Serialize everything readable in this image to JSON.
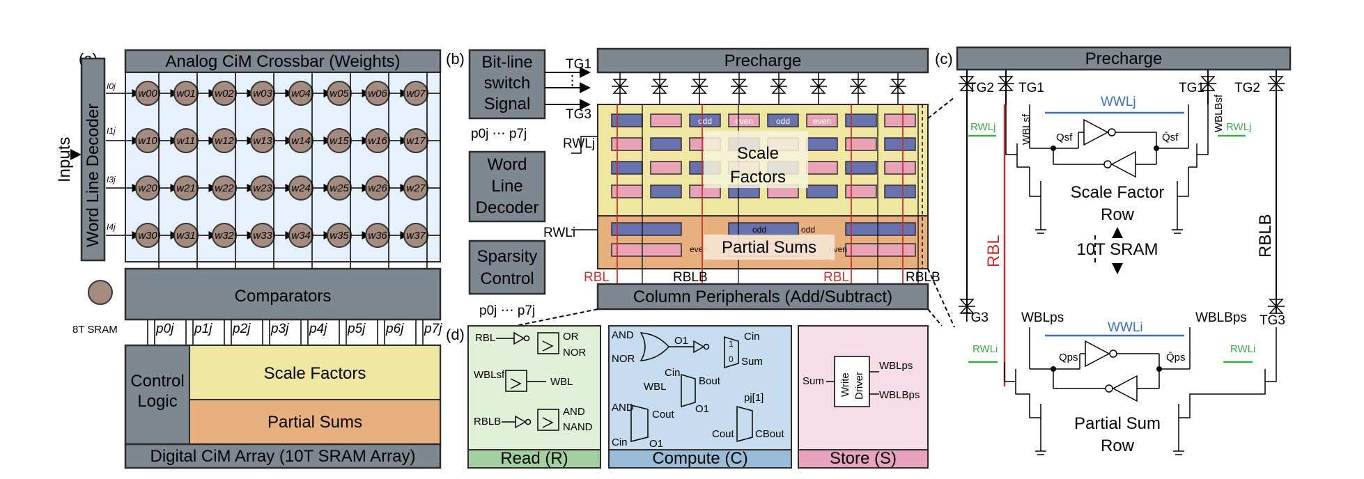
{
  "panel_a": {
    "label": "(a)",
    "crossbar_title": "Analog CiM Crossbar (Weights)",
    "inputs_label": "Inputs",
    "wld_label": "Word Line Decoder",
    "row_inputs": [
      "I0j",
      "I1j",
      "I3j",
      "I4j"
    ],
    "weights": [
      [
        "w00",
        "w01",
        "w02",
        "w03",
        "w04",
        "w05",
        "w06",
        "w07"
      ],
      [
        "w10",
        "w11",
        "w12",
        "w13",
        "w14",
        "w15",
        "w16",
        "w17"
      ],
      [
        "w20",
        "w21",
        "w22",
        "w23",
        "w24",
        "w25",
        "w26",
        "w27"
      ],
      [
        "w30",
        "w31",
        "w32",
        "w33",
        "w34",
        "w35",
        "w36",
        "w37"
      ]
    ],
    "comparators": "Comparators",
    "legend_8t": "8T SRAM",
    "p_labels": [
      "p0j",
      "p1j",
      "p2j",
      "p3j",
      "p4j",
      "p5j",
      "p6j",
      "p7j"
    ],
    "control_logic_1": "Control",
    "control_logic_2": "Logic",
    "scale_factors": "Scale Factors",
    "partial_sums": "Partial Sums",
    "digital_array": "Digital CiM Array (10T SRAM Array)"
  },
  "panel_b": {
    "label": "(b)",
    "bitline_switch": [
      "Bit-line",
      "switch",
      "Signal"
    ],
    "tg1": "TG1",
    "tg3": "TG3",
    "dots": "⋮",
    "p_bottom_top": "p0j ⋯ p7j",
    "wld": [
      "Word",
      "Line",
      "Decoder"
    ],
    "rwlj": "RWLj",
    "rwli": "RWLi",
    "sparsity": [
      "Sparsity",
      "Control"
    ],
    "p_bottom": "p0j ⋯ p7j",
    "precharge": "Precharge",
    "scale": [
      "Scale",
      "Factors"
    ],
    "partial": "Partial Sums",
    "odd": "odd",
    "even": "even",
    "rbl": "RBL",
    "rblb": "RBLB",
    "column_periph": "Column Peripherals (Add/Subtract)"
  },
  "panel_c": {
    "label": "(c)",
    "precharge": "Precharge",
    "tg1": "TG1",
    "tg2": "TG2",
    "tg3": "TG3",
    "wwlj": "WWLj",
    "wwli": "WWLi",
    "rwlj": "RWLj",
    "rwli": "RWLi",
    "wbl_sf": "WBLsf",
    "wblb_sf": "WBLBsf",
    "q_sf": "Qsf",
    "qb_sf": "Q̄sf",
    "scale_row": [
      "Scale Factor",
      "Row"
    ],
    "ten_t": "10T SRAM",
    "rbl": "RBL",
    "rblb": "RBLB",
    "wbl_ps": "WBLps",
    "wblb_ps": "WBLBps",
    "q_ps": "Qps",
    "qb_ps": "Q̄ps",
    "ps_row": [
      "Partial Sum",
      "Row"
    ]
  },
  "panel_d": {
    "label": "(d)",
    "read": {
      "title": "Read (R)",
      "rbl": "RBL",
      "or": "OR",
      "nor": "NOR",
      "wbl_sf": "WBLsf",
      "wbl": "WBL",
      "rblb": "RBLB",
      "and": "AND",
      "nand": "NAND"
    },
    "compute": {
      "title": "Compute (C)",
      "and": "AND",
      "nor": "NOR",
      "o1": "O1",
      "cin": "Cin",
      "sum": "Sum",
      "wbl": "WBL",
      "bout": "Bout",
      "cout": "Cout",
      "pj1": "pj[1]",
      "cbout": "CBout",
      "one": "1",
      "zero": "0"
    },
    "store": {
      "title": "Store (S)",
      "sum": "Sum",
      "driver": [
        "Write",
        "Driver"
      ],
      "wbl_ps": "WBLps",
      "wblb_ps": "WBLBps"
    }
  },
  "colors": {
    "gray_block": "#7f8891",
    "crossbar_bg": "#e6f0fa",
    "weight_cell": "#a38b7f",
    "scale_yellow": "#eee6a2",
    "partial_orange": "#e8b07e",
    "cell_blue": "#6a72ad",
    "cell_pink": "#e9a3b7",
    "read_green": "#e2f0da",
    "read_title": "#a4cfa0",
    "compute_blue": "#c7dcee",
    "compute_title": "#9bbcd9",
    "store_pink": "#f6dde7",
    "store_title": "#e6a4bf",
    "rbl_red": "#c7302e",
    "wwl_blue": "#3b6fb6",
    "rwl_green": "#3bab46"
  }
}
